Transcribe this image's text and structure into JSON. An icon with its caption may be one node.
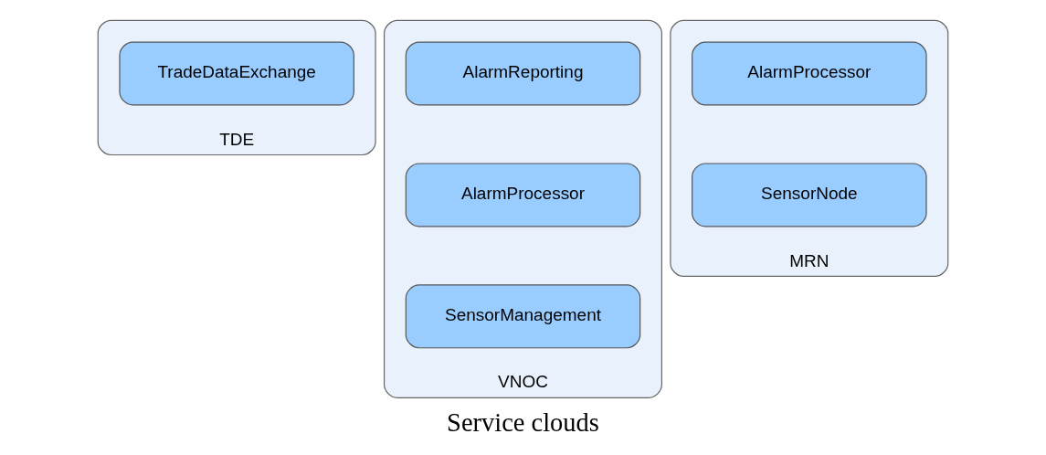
{
  "diagram": {
    "caption": "Service clouds",
    "nodes": [
      {
        "text": [
          "TDE"
        ]
      },
      {
        "text": [
          "TradeDataExchange"
        ],
        "in": 0
      },
      {
        "text": [
          "VNOC"
        ]
      },
      {
        "text": [
          "AlarmReporting"
        ],
        "in": 2
      },
      {
        "text": [
          "AlarmProcessor"
        ],
        "in": 2
      },
      {
        "text": [
          "SensorManagement"
        ],
        "in": 2
      },
      {
        "text": [
          "MRN"
        ]
      },
      {
        "text": [
          "AlarmProcessor"
        ],
        "in": 6
      },
      {
        "text": [
          "SensorNode"
        ],
        "in": 6
      }
    ]
  }
}
